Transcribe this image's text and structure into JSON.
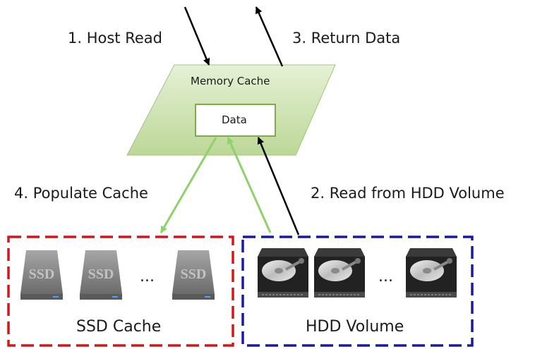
{
  "steps": {
    "host_read": "1. Host Read",
    "read_hdd": "2. Read from HDD Volume",
    "return_data": "3. Return Data",
    "populate_cache": "4. Populate Cache"
  },
  "memory_cache": {
    "label": "Memory Cache",
    "data_label": "Data"
  },
  "ssd_group": {
    "label": "SSD Cache",
    "drive_text": "SSD",
    "ellipsis": "...",
    "border_color": "#d0181c"
  },
  "hdd_group": {
    "label": "HDD Volume",
    "ellipsis": "...",
    "border_color": "#1a1aa0"
  },
  "colors": {
    "cache_fill": "#d3e6b6",
    "green_arrow": "#8fd16a",
    "black_arrow": "#000000"
  }
}
